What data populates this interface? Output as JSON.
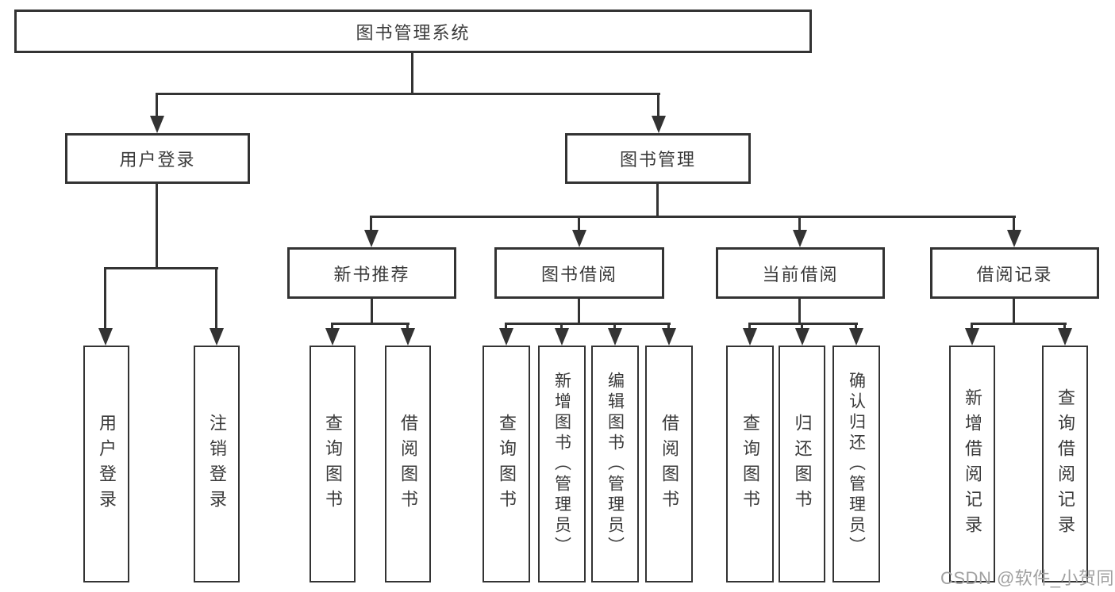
{
  "tree": {
    "label": "图书管理系统",
    "children": [
      {
        "label": "用户登录",
        "children": [
          {
            "label": "用户登录"
          },
          {
            "label": "注销登录"
          }
        ]
      },
      {
        "label": "图书管理",
        "children": [
          {
            "label": "新书推荐",
            "children": [
              {
                "label": "查询图书"
              },
              {
                "label": "借阅图书"
              }
            ]
          },
          {
            "label": "图书借阅",
            "children": [
              {
                "label": "查询图书"
              },
              {
                "label": "新增图书（管理员）"
              },
              {
                "label": "编辑图书（管理员）"
              },
              {
                "label": "借阅图书"
              }
            ]
          },
          {
            "label": "当前借阅",
            "children": [
              {
                "label": "查询图书"
              },
              {
                "label": "归还图书"
              },
              {
                "label": "确认归还（管理员）"
              }
            ]
          },
          {
            "label": "借阅记录",
            "children": [
              {
                "label": "新增借阅记录"
              },
              {
                "label": "查询借阅记录"
              }
            ]
          }
        ]
      }
    ]
  },
  "watermark": {
    "text": "CSDN @软件_小贺同学"
  },
  "colors": {
    "line": "#333333",
    "box_border": "#333333",
    "text": "#3a3a3a",
    "background": "#ffffff",
    "watermark": "#a0a0a0"
  }
}
